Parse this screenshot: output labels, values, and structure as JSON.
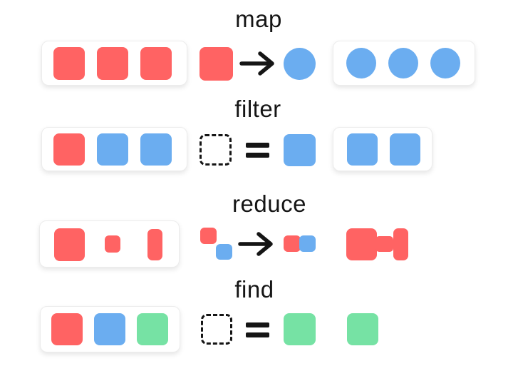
{
  "figure": {
    "background": "#ffffff",
    "kind": "array-methods-diagram"
  },
  "colors": {
    "red": "#ff6363",
    "blue": "#6badf0",
    "green": "#76e2a4",
    "ink": "#151515",
    "box_bg": "#ffffff",
    "box_border": "#ececec"
  },
  "rows": [
    {
      "label": "map",
      "input_items": [
        "red-square",
        "red-square",
        "red-square"
      ],
      "operation": {
        "lhs": "red-square",
        "operator": "arrow-right",
        "rhs": "blue-circle"
      },
      "output_items": [
        "blue-circle",
        "blue-circle",
        "blue-circle"
      ],
      "output_boxed": true
    },
    {
      "label": "filter",
      "input_items": [
        "red-square",
        "blue-square",
        "blue-square"
      ],
      "operation": {
        "lhs": "dashed-placeholder-square",
        "operator": "equals",
        "rhs": "blue-square"
      },
      "output_items": [
        "blue-square",
        "blue-square"
      ],
      "output_boxed": true
    },
    {
      "label": "reduce",
      "input_items": [
        "red-square-large",
        "red-square-small",
        "red-rect-tall"
      ],
      "operation": {
        "lhs": "red-square-with-blue-square-offset",
        "operator": "arrow-right",
        "rhs": "red-square-joined-with-blue-square"
      },
      "output_items": [
        "red-merged-dumbbell-shape"
      ],
      "output_boxed": false
    },
    {
      "label": "find",
      "input_items": [
        "red-square",
        "blue-square",
        "green-square"
      ],
      "operation": {
        "lhs": "dashed-placeholder-square",
        "operator": "equals",
        "rhs": "green-square"
      },
      "output_items": [
        "green-square"
      ],
      "output_boxed": false
    }
  ]
}
